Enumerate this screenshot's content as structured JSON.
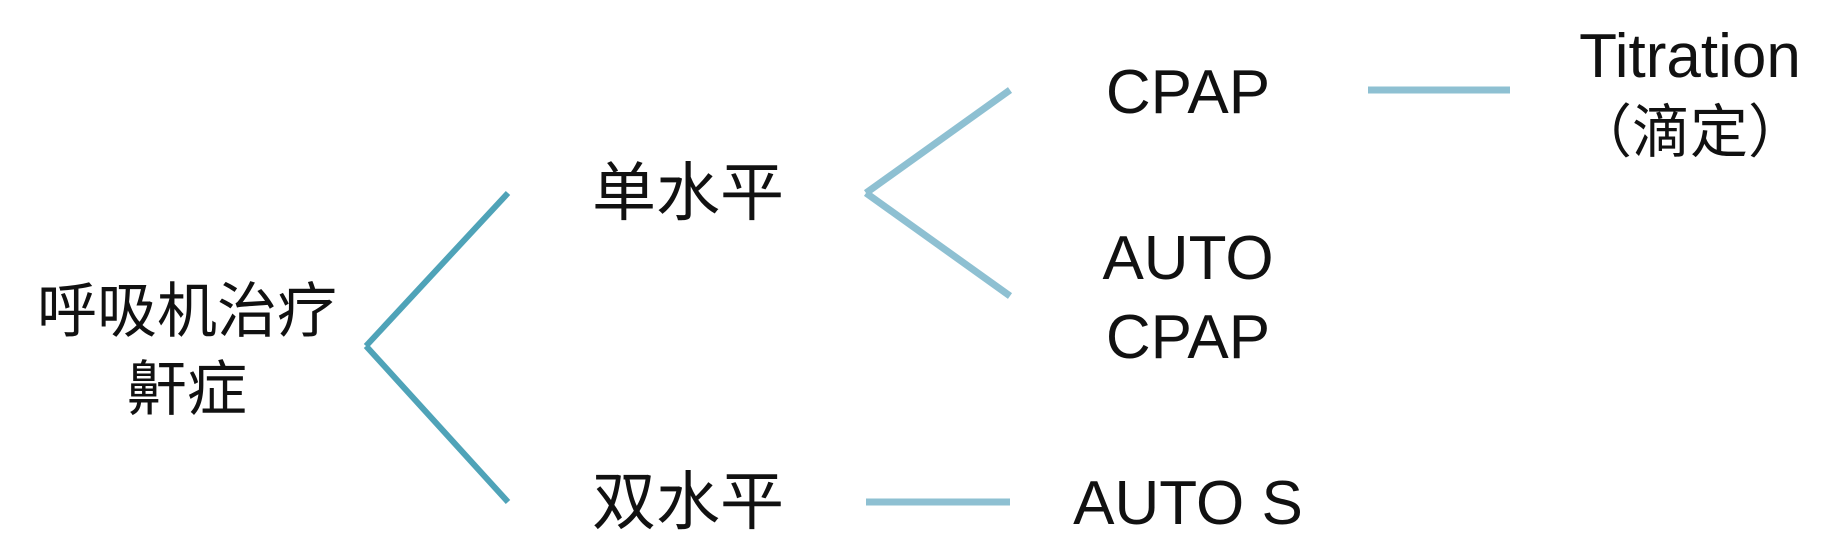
{
  "diagram": {
    "root": {
      "line1": "呼吸机治疗",
      "line2": "鼾症"
    },
    "single_level": {
      "label": "单水平"
    },
    "bi_level": {
      "label": "双水平"
    },
    "cpap": {
      "label": "CPAP"
    },
    "auto_cpap": {
      "line1": "AUTO",
      "line2": "CPAP"
    },
    "auto_s": {
      "label": "AUTO S"
    },
    "titration": {
      "line1": "Titration",
      "line2": "（滴定）"
    }
  },
  "colors": {
    "primary_connector": "#4fa3b8",
    "secondary_connector": "#8ec0d2",
    "text": "#111111",
    "background": "#ffffff"
  }
}
